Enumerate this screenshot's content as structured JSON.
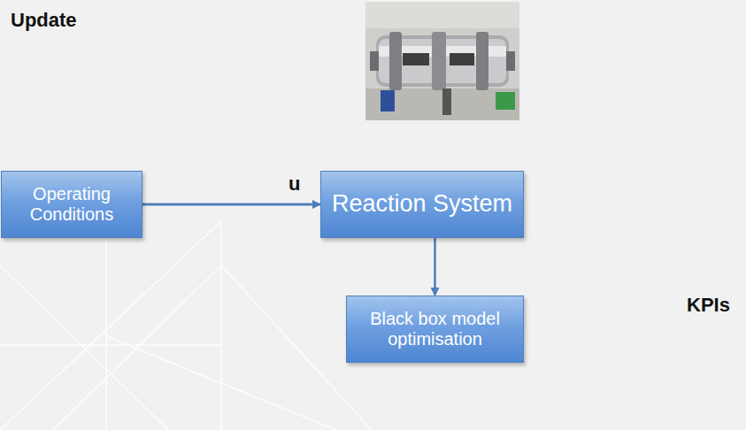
{
  "diagram": {
    "nodes": [
      {
        "text": [
          "Operating Conditions"
        ]
      },
      {
        "text": [
          "Reaction System"
        ]
      },
      {
        "text": [
          "Black box model optimisation"
        ]
      }
    ],
    "edges": [
      {
        "from": 0,
        "to": 1,
        "arrow": "to",
        "label": "u"
      },
      {
        "from": 1,
        "to": 2,
        "arrow": "to"
      },
      {
        "from": 2,
        "to": 0,
        "arrow": "to",
        "label": "Update"
      }
    ],
    "labels": [
      "KPIs"
    ]
  }
}
